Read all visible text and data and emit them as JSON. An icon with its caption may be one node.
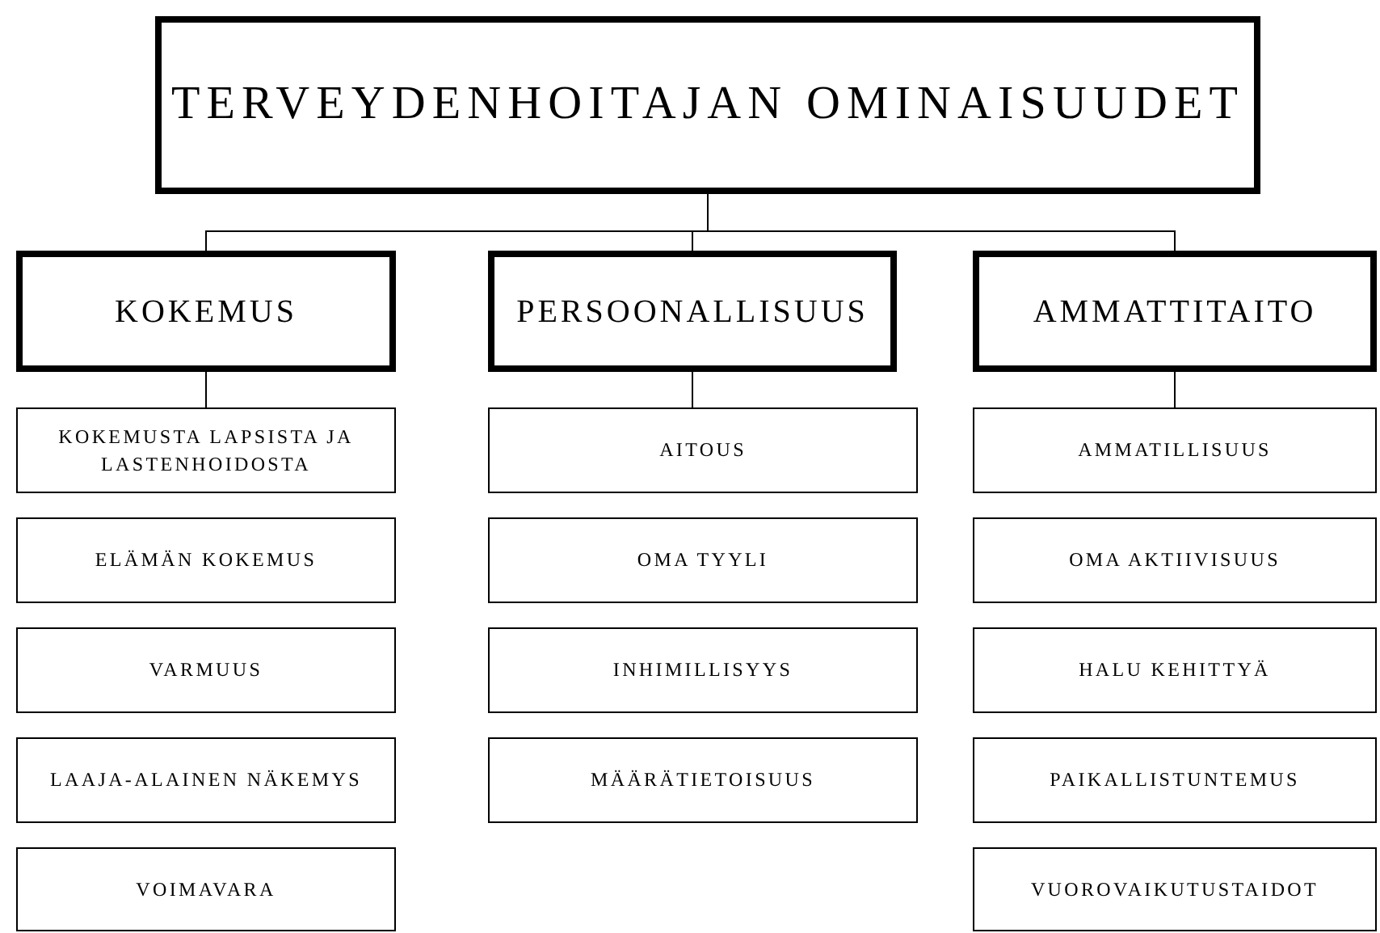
{
  "diagram": {
    "nodes": [
      {
        "text": [
          "TERVEYDENHOITAJAN OMINAISUUDET"
        ]
      },
      {
        "text": [
          "KOKEMUS"
        ]
      },
      {
        "text": [
          "KOKEMUSTA LAPSISTA JA LASTENHOIDOSTA"
        ]
      },
      {
        "text": [
          "ELÄMÄN KOKEMUS"
        ]
      },
      {
        "text": [
          "VARMUUS"
        ]
      },
      {
        "text": [
          "LAAJA-ALAINEN NÄKEMYS"
        ]
      },
      {
        "text": [
          "VOIMAVARA"
        ]
      },
      {
        "text": [
          "PERSOONALLISUUS"
        ]
      },
      {
        "text": [
          "AITOUS"
        ]
      },
      {
        "text": [
          "OMA TYYLI"
        ]
      },
      {
        "text": [
          "INHIMILLISYYS"
        ]
      },
      {
        "text": [
          "MÄÄRÄTIETOISUUS"
        ]
      },
      {
        "text": [
          "AMMATTITAITO"
        ]
      },
      {
        "text": [
          "AMMATILLISUUS"
        ]
      },
      {
        "text": [
          "OMA AKTIIVISUUS"
        ]
      },
      {
        "text": [
          "HALU KEHITTYÄ"
        ]
      },
      {
        "text": [
          "PAIKALLISTUNTEMUS"
        ]
      },
      {
        "text": [
          "VUOROVAIKUTUSTAIDOT"
        ]
      }
    ],
    "edges": [
      {
        "from": 0,
        "to": 1,
        "arrow": "none"
      },
      {
        "from": 0,
        "to": 7,
        "arrow": "none"
      },
      {
        "from": 0,
        "to": 12,
        "arrow": "none"
      },
      {
        "from": 1,
        "to": 2,
        "arrow": "none"
      },
      {
        "from": 7,
        "to": 8,
        "arrow": "none"
      },
      {
        "from": 12,
        "to": 13,
        "arrow": "none"
      }
    ]
  }
}
